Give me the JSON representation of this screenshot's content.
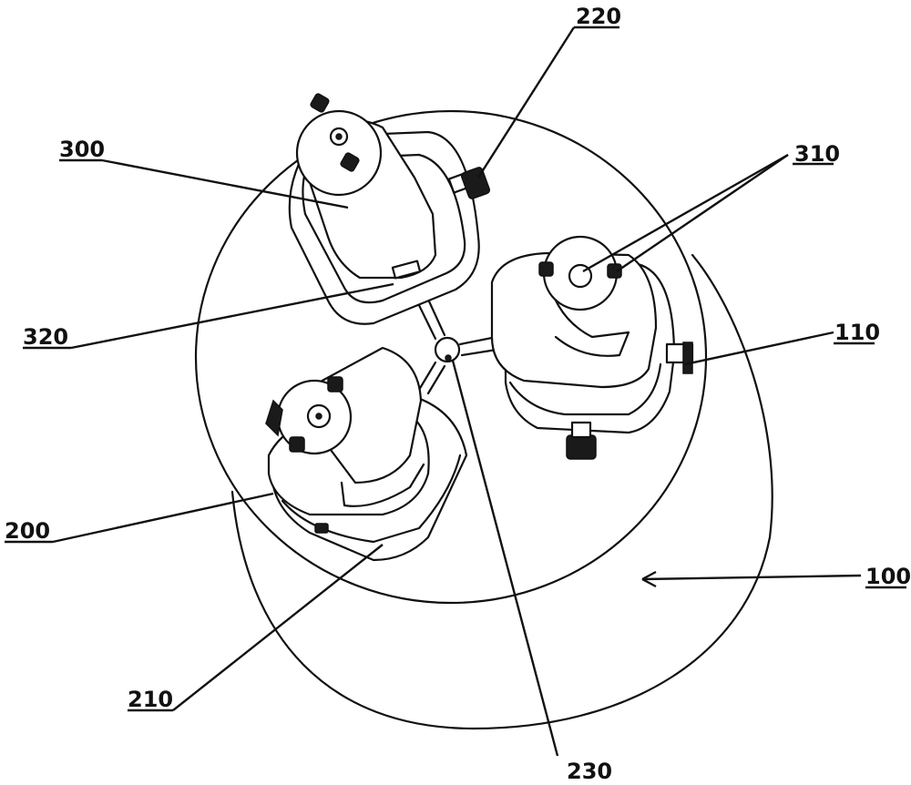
{
  "labels": {
    "l100": "100",
    "l110": "110",
    "l200": "200",
    "l210": "210",
    "l220": "220",
    "l230": "230",
    "l300": "300",
    "l310": "310",
    "l320": "320"
  }
}
